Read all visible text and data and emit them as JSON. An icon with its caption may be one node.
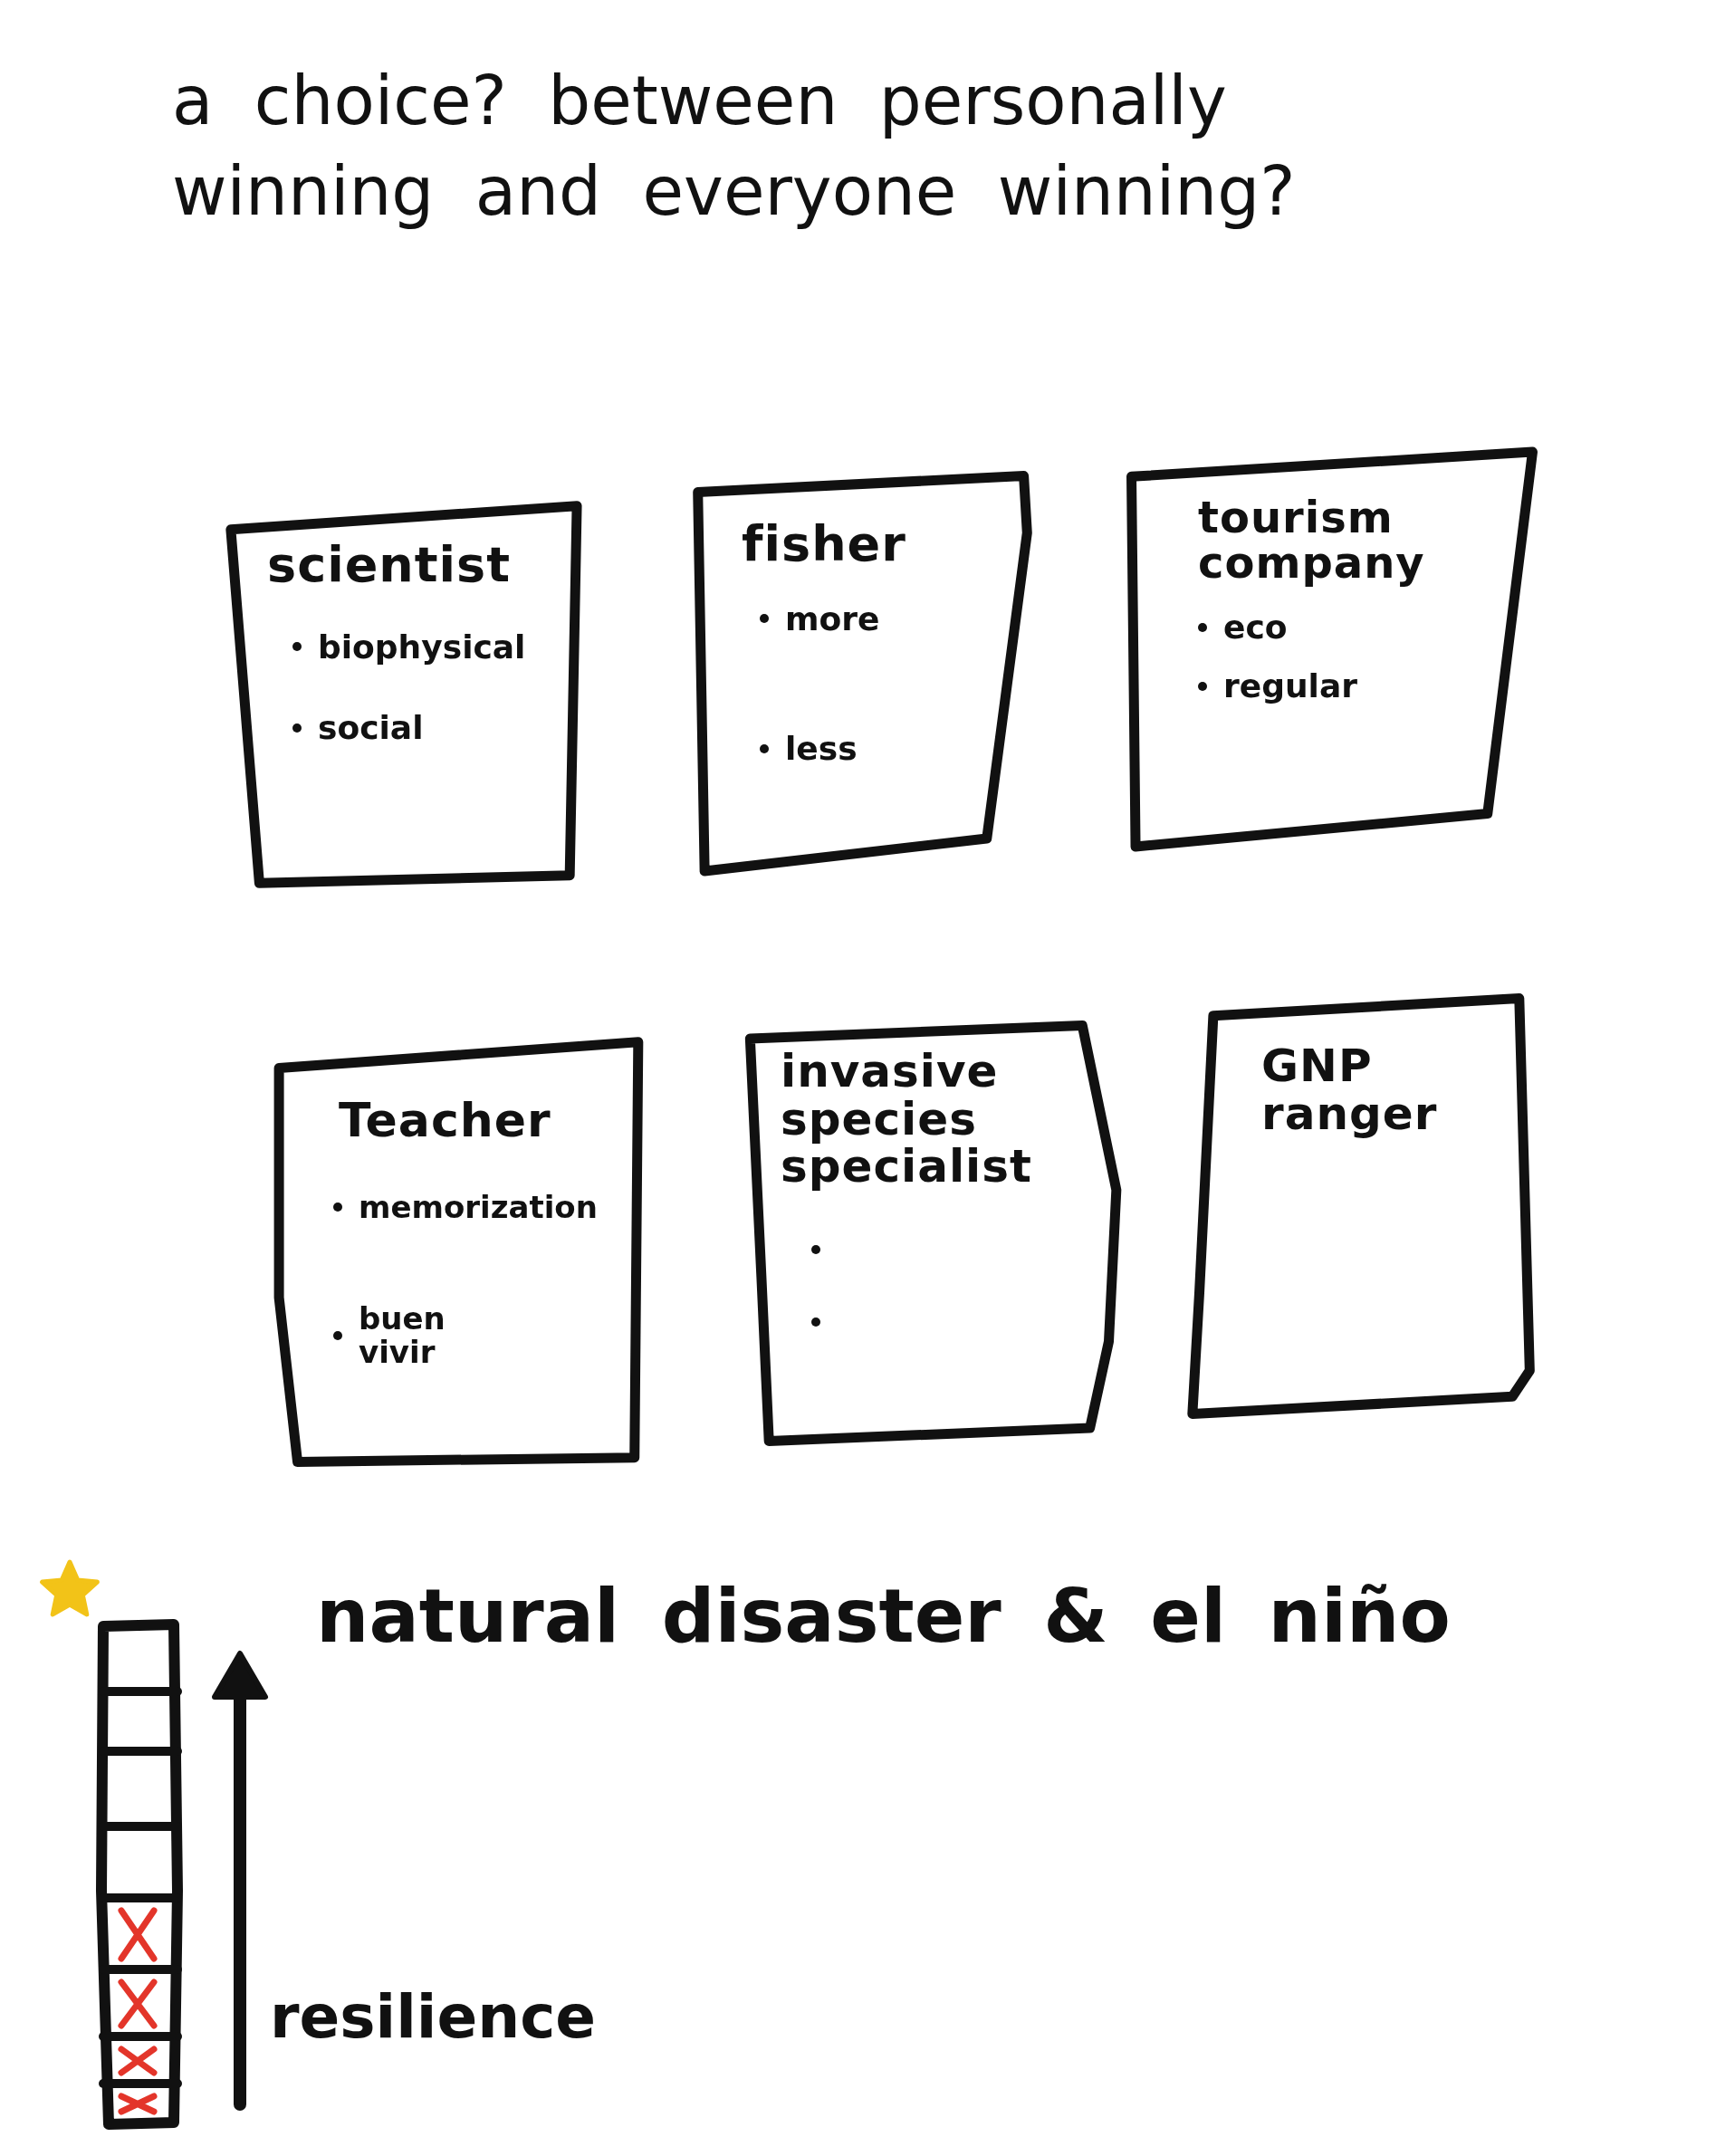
{
  "diagram": {
    "title": "a choice? between personally winning and everyone winning?",
    "nodes": [
      {
        "text": [
          "scientist",
          "biophysical",
          "social"
        ]
      },
      {
        "text": [
          "fisher",
          "more",
          "less"
        ]
      },
      {
        "text": [
          "tourism company",
          "eco",
          "regular"
        ]
      },
      {
        "text": [
          "Teacher",
          "memorization",
          "buen vivir"
        ]
      },
      {
        "text": [
          "invasive species specialist"
        ]
      },
      {
        "text": [
          "GNP ranger"
        ]
      }
    ],
    "labels": [
      "natural disaster & el niño",
      "resilience"
    ]
  }
}
